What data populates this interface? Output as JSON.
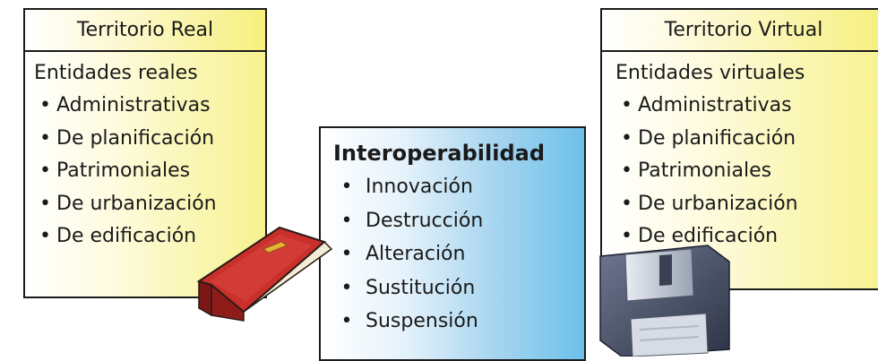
{
  "left_panel": {
    "title": "Territorio Real",
    "heading": "Entidades reales",
    "items": [
      "Administrativas",
      "De planificación",
      "Patrimoniales",
      "De urbanización",
      "De edificación"
    ]
  },
  "center_panel": {
    "title": "Interoperabilidad",
    "items": [
      "Innovación",
      "Destrucción",
      "Alteración",
      "Sustitución",
      "Suspensión"
    ]
  },
  "right_panel": {
    "title": "Territorio Virtual",
    "heading": "Entidades virtuales",
    "items": [
      "Administrativas",
      "De planificación",
      "Patrimoniales",
      "De urbanización",
      "De edificación"
    ]
  },
  "bullet": "•",
  "icons": {
    "book": "book-icon",
    "floppy": "floppy-disk-icon"
  },
  "colors": {
    "yellow_panel": "#f7f28f",
    "blue_panel": "#6cc0ea",
    "book_red": "#c9302c",
    "border": "#1b1b1b"
  }
}
